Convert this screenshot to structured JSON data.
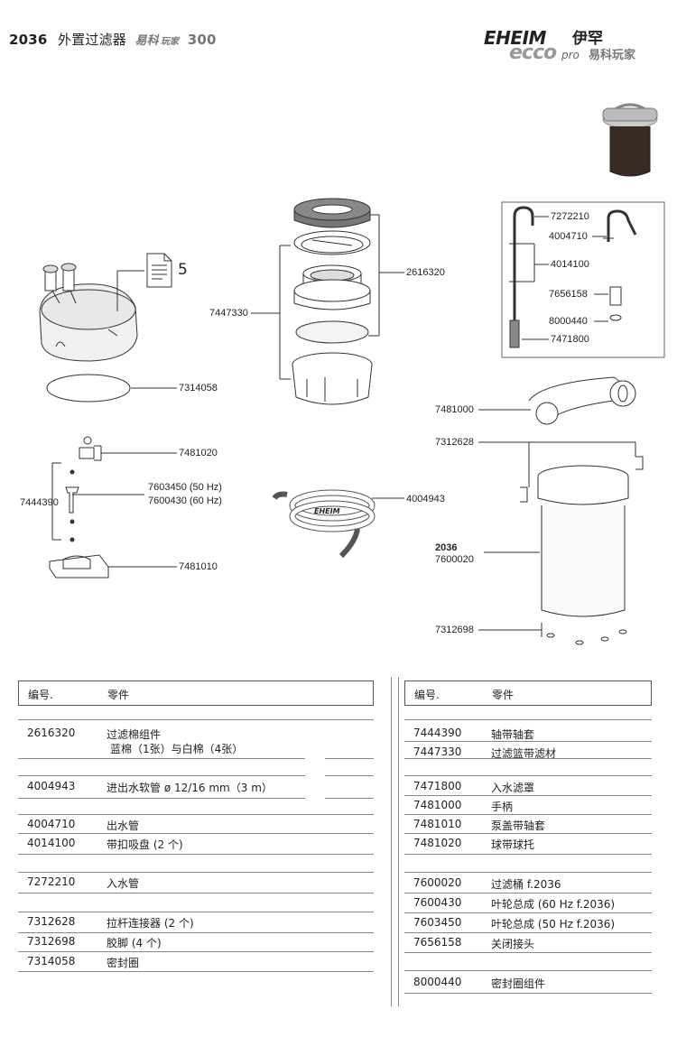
{
  "header": {
    "model": "2036",
    "title": "外置过滤器",
    "stamp_text": "易科",
    "stamp_small": "玩家",
    "stamp_number": "300",
    "brand": "EHEIM",
    "brand_cn": "伊罕",
    "brand_sub": "ecco",
    "brand_pro": "pro",
    "brand_stamp": "易科玩家"
  },
  "diagram": {
    "callouts": {
      "doc_count": "5",
      "p7314058": "7314058",
      "p7481020": "7481020",
      "p7444390": "7444390",
      "p7603450": "7603450 (50 Hz)",
      "p7600430": "7600430 (60 Hz)",
      "p7481010": "7481010",
      "p7447330": "7447330",
      "p2616320": "2616320",
      "p4004943": "4004943",
      "hose_brand": "EHEIM",
      "p7272210": "7272210",
      "p4004710": "4004710",
      "p4014100": "4014100",
      "p7656158": "7656158",
      "p8000440": "8000440",
      "p7471800": "7471800",
      "p7481000": "7481000",
      "p7312628": "7312628",
      "p2036": "2036",
      "p7600020": "7600020",
      "p7312698": "7312698"
    }
  },
  "table_left": {
    "header": {
      "col1": "编号.",
      "col2": "零件"
    },
    "rows": [
      {
        "id": "2616320",
        "name": "过滤棉组件"
      },
      {
        "id": "",
        "name": "蓝棉（1张）与白棉（4张）"
      },
      {
        "id": "4004943",
        "name": "进出水软管 ø 12/16 mm（3 m）"
      },
      {
        "id": "4004710",
        "name": "出水管"
      },
      {
        "id": "4014100",
        "name": "带扣吸盘 (2 个)"
      },
      {
        "id": "7272210",
        "name": "入水管"
      },
      {
        "id": "7312628",
        "name": "拉杆连接器 (2 个)"
      },
      {
        "id": "7312698",
        "name": "胶脚 (4 个)"
      },
      {
        "id": "7314058",
        "name": "密封圈"
      }
    ]
  },
  "table_right": {
    "header": {
      "col1": "编号.",
      "col2": "零件"
    },
    "rows": [
      {
        "id": "7444390",
        "name": "轴带轴套"
      },
      {
        "id": "7447330",
        "name": "过滤篮带滤材"
      },
      {
        "id": "7471800",
        "name": "入水滤罩"
      },
      {
        "id": "7481000",
        "name": "手柄"
      },
      {
        "id": "7481010",
        "name": "泵盖带轴套"
      },
      {
        "id": "7481020",
        "name": "球带球托"
      },
      {
        "id": "7600020",
        "name": "过滤桶 f.2036"
      },
      {
        "id": "7600430",
        "name": "叶轮总成 (60 Hz f.2036)"
      },
      {
        "id": "7603450",
        "name": "叶轮总成 (50 Hz f.2036)"
      },
      {
        "id": "7656158",
        "name": "关闭接头"
      },
      {
        "id": "8000440",
        "name": "密封圈组件"
      }
    ]
  }
}
